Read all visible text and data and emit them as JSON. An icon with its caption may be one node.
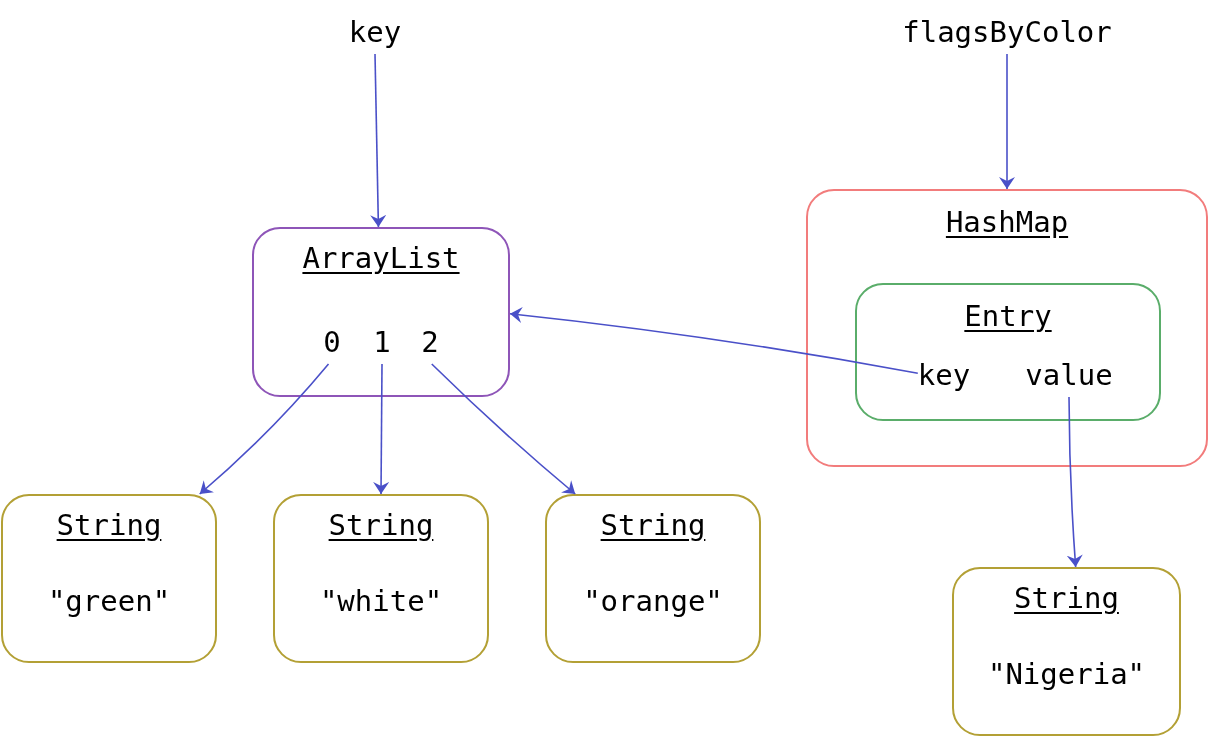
{
  "diagram": {
    "nodes": [
      {
        "text": [
          "key"
        ]
      },
      {
        "text": [
          "flagsByColor"
        ]
      },
      {
        "text": [
          "ArrayList"
        ]
      },
      {
        "text": [
          "0"
        ],
        "in": 2
      },
      {
        "text": [
          "1"
        ],
        "in": 2
      },
      {
        "text": [
          "2"
        ],
        "in": 2
      },
      {
        "text": [
          "HashMap"
        ]
      },
      {
        "text": [
          "Entry"
        ],
        "in": 6
      },
      {
        "text": [
          "key"
        ],
        "in": 7
      },
      {
        "text": [
          "value"
        ],
        "in": 7
      },
      {
        "text": [
          "String",
          "\"green\""
        ]
      },
      {
        "text": [
          "String",
          "\"white\""
        ]
      },
      {
        "text": [
          "String",
          "\"orange\""
        ]
      },
      {
        "text": [
          "String",
          "\"Nigeria\""
        ]
      }
    ],
    "edges": [
      {
        "from": 0,
        "to": 2,
        "arrow": "to"
      },
      {
        "from": 1,
        "to": 6,
        "arrow": "to"
      },
      {
        "from": 8,
        "to": 2,
        "arrow": "to"
      },
      {
        "from": 3,
        "to": 10,
        "arrow": "to"
      },
      {
        "from": 4,
        "to": 11,
        "arrow": "to"
      },
      {
        "from": 5,
        "to": 12,
        "arrow": "to"
      },
      {
        "from": 9,
        "to": 13,
        "arrow": "to"
      }
    ]
  }
}
